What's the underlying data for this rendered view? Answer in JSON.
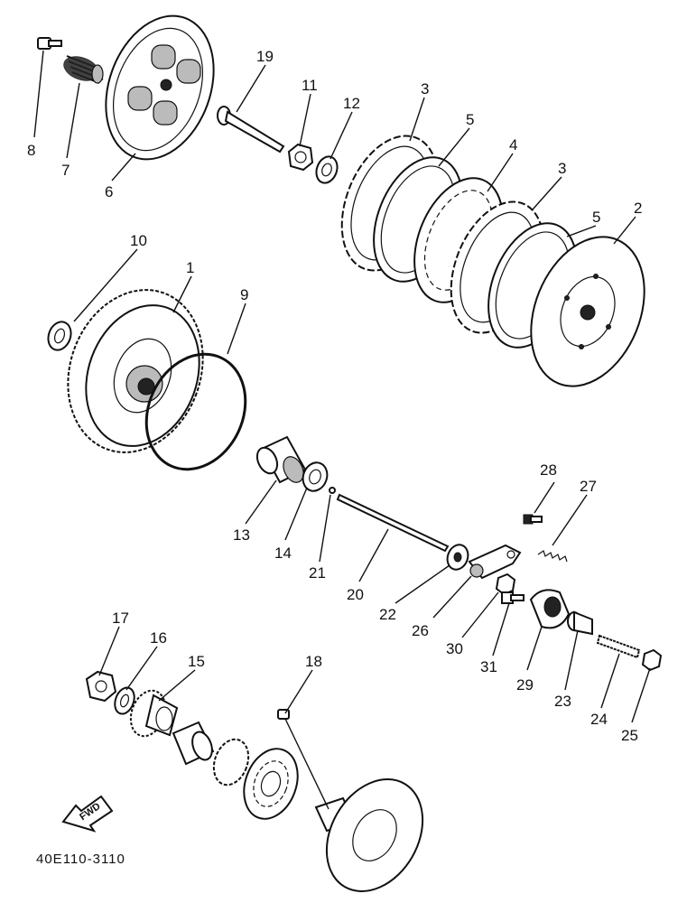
{
  "diagram": {
    "drawing_code": "40E110-3110",
    "fwd_label": "FWD",
    "callouts": [
      {
        "id": "1",
        "label": "1"
      },
      {
        "id": "2",
        "label": "2"
      },
      {
        "id": "3a",
        "label": "3"
      },
      {
        "id": "3b",
        "label": "3"
      },
      {
        "id": "4",
        "label": "4"
      },
      {
        "id": "5a",
        "label": "5"
      },
      {
        "id": "5b",
        "label": "5"
      },
      {
        "id": "6",
        "label": "6"
      },
      {
        "id": "7",
        "label": "7"
      },
      {
        "id": "8",
        "label": "8"
      },
      {
        "id": "9",
        "label": "9"
      },
      {
        "id": "10",
        "label": "10"
      },
      {
        "id": "11",
        "label": "11"
      },
      {
        "id": "12",
        "label": "12"
      },
      {
        "id": "13",
        "label": "13"
      },
      {
        "id": "14",
        "label": "14"
      },
      {
        "id": "15",
        "label": "15"
      },
      {
        "id": "16",
        "label": "16"
      },
      {
        "id": "17",
        "label": "17"
      },
      {
        "id": "18",
        "label": "18"
      },
      {
        "id": "19",
        "label": "19"
      },
      {
        "id": "20",
        "label": "20"
      },
      {
        "id": "21",
        "label": "21"
      },
      {
        "id": "22",
        "label": "22"
      },
      {
        "id": "23",
        "label": "23"
      },
      {
        "id": "24",
        "label": "24"
      },
      {
        "id": "25",
        "label": "25"
      },
      {
        "id": "26",
        "label": "26"
      },
      {
        "id": "27",
        "label": "27"
      },
      {
        "id": "28",
        "label": "28"
      },
      {
        "id": "29",
        "label": "29"
      },
      {
        "id": "30",
        "label": "30"
      },
      {
        "id": "31",
        "label": "31"
      }
    ]
  }
}
